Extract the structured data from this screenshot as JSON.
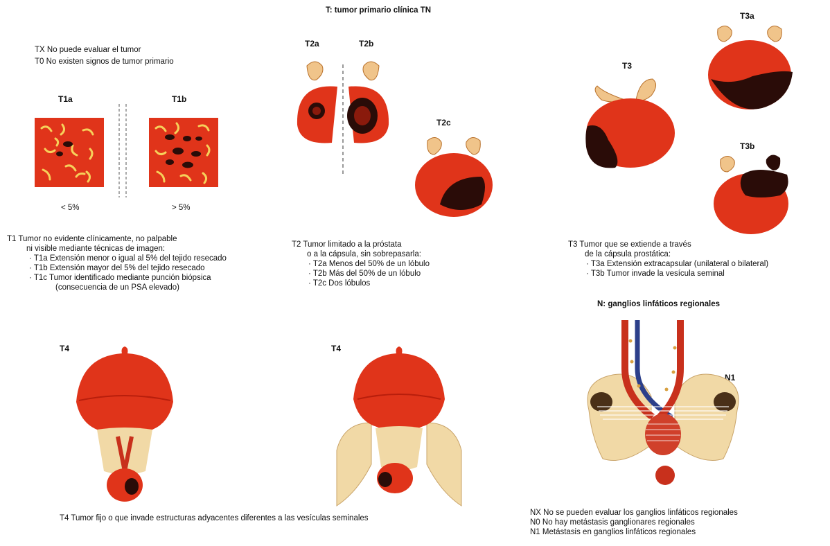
{
  "title": "T: tumor primario clínica TN",
  "tx": "TX No puede evaluar el tumor",
  "t0": "T0 No existen signos de tumor primario",
  "t1": {
    "label_a": "T1a",
    "label_b": "T1b",
    "pct_a": "< 5%",
    "pct_b": "> 5%",
    "desc": [
      "T1  Tumor no evidente clínicamente, no palpable",
      "ni visible mediante técnicas de imagen:",
      "· T1a Extensión menor o igual al 5% del tejido resecado",
      "· T1b Extensión mayor del 5% del tejido resecado",
      "· T1c Tumor identificado mediante punción biópsica",
      "(consecuencia de un PSA elevado)"
    ]
  },
  "t2": {
    "label_a": "T2a",
    "label_b": "T2b",
    "label_c": "T2c",
    "desc": [
      "T2  Tumor limitado a la próstata",
      "o a la cápsula, sin sobrepasarla:",
      "· T2a Menos del 50% de un lóbulo",
      "· T2b Más del 50% de un lóbulo",
      "· T2c Dos lóbulos"
    ]
  },
  "t3": {
    "label": "T3",
    "label_a": "T3a",
    "label_b": "T3b",
    "desc": [
      "T3  Tumor que se extiende a través",
      "de la cápsula prostática:",
      "· T3a Extensión extracapsular (unilateral o bilateral)",
      "· T3b Tumor invade la vesícula seminal"
    ]
  },
  "n": {
    "title": "N: ganglios linfáticos regionales",
    "label_n1": "N1",
    "desc": [
      "NX  No se pueden evaluar los ganglios linfáticos regionales",
      "N0  No hay metástasis ganglionares regionales",
      "N1  Metástasis en ganglios linfáticos regionales"
    ]
  },
  "t4": {
    "label_left": "T4",
    "label_right": "T4",
    "desc": "T4 Tumor fijo o que invade estructuras adyacentes diferentes a las vesículas seminales"
  },
  "colors": {
    "organ": "#e0341a",
    "organ_dark": "#b81e0c",
    "tumor": "#2a0c08",
    "vesicle": "#f0c48a",
    "bone": "#f1d9a6"
  }
}
